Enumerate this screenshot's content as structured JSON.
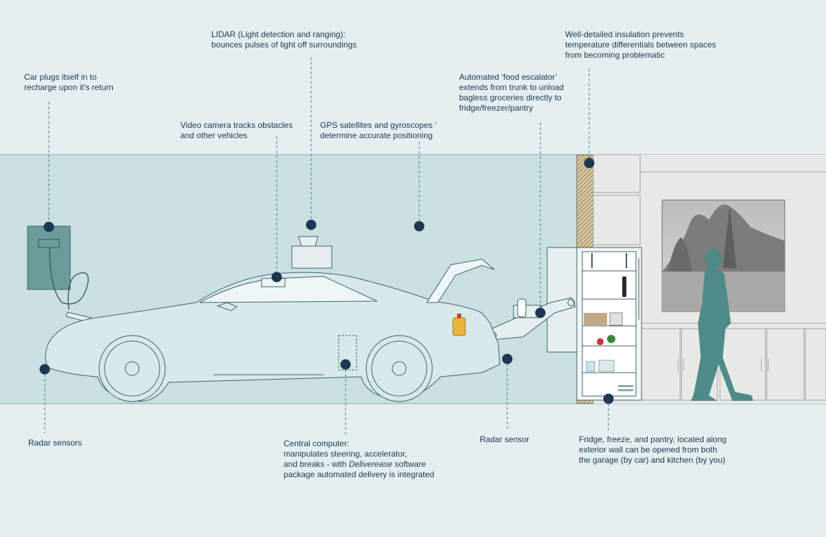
{
  "callouts": {
    "charger": "Car plugs itself in to\nrecharge upon it’s return",
    "lidar": "LIDAR (Light detection and ranging):\nbounces pulses of light off surroundings",
    "camera": "Video camera tracks obstacles\nand other vehicles",
    "gps": "GPS satellites and gyroscopes ‘\ndetermine accurate positioning",
    "escalator": "Automated ‘food escalator’\nextends from trunk to unload\nbagless groceries directly to\nfridge/freezer/pantry",
    "insulation": "Well-detailed insulation prevents\ntemperature differentials between spaces\nfrom becoming problematic",
    "radar_front": "Radar sensors",
    "radar_rear": "Radar sensor",
    "fridge": "Fridge, freeze, and pantry, located along\nexterior wall can be opened from both\nthe garage (by car) and kitchen (by you)",
    "computer": {
      "line1": "Central computer:",
      "line2": "manipulates steering, accelerator,",
      "line3_pre": "and breaks - with ",
      "line3_em": "Deliverease",
      "line3_post": " software",
      "line4": "package automated delivery is integrated"
    }
  },
  "colors": {
    "background": "#e4eeef",
    "garage": "#c9dfe0",
    "kitchen": "#e8e8e6",
    "outline": "#3d5f6b",
    "dot": "#1d3652",
    "figure": "#4e8a87",
    "charger": "#6b9c9a",
    "text": "#1d3652"
  },
  "icons": [
    "charger-station-icon",
    "car-icon",
    "lidar-sensor-icon",
    "fridge-unit-icon",
    "person-silhouette-icon",
    "window-landscape-icon",
    "grocery-bottle-icon"
  ]
}
